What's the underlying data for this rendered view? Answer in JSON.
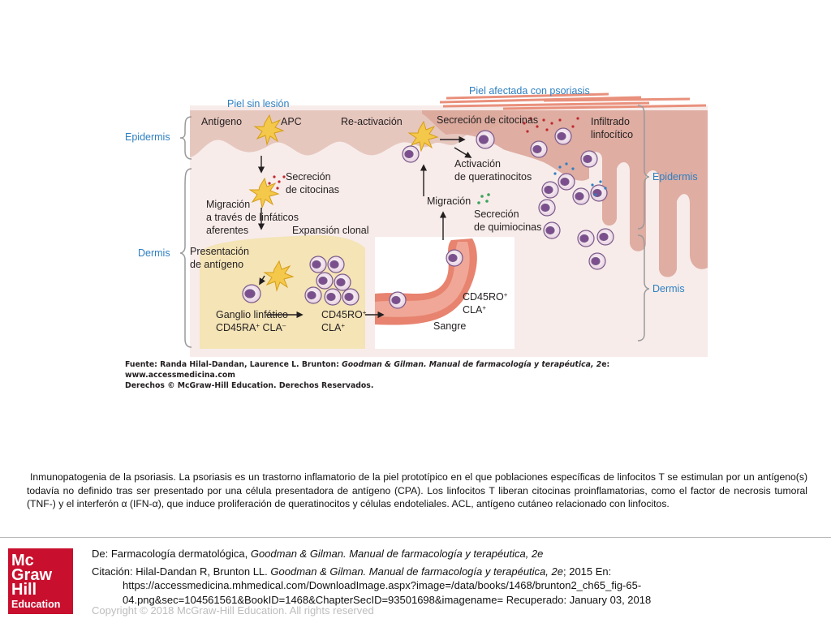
{
  "figure": {
    "top_labels": {
      "healthy_skin": "Piel sin lesión",
      "affected_skin": "Piel afectada con psoriasis"
    },
    "left_layers": {
      "epidermis": "Epidermis",
      "dermis": "Dermis"
    },
    "right_layers": {
      "epidermis": "Epidermis",
      "dermis": "Dermis"
    },
    "labels": {
      "antigen": "Antígeno",
      "apc": "APC",
      "reactivation": "Re-activación",
      "cytokine_secretion_top": "Secreción de citocinas",
      "infiltrate_1": "Infiltrado",
      "infiltrate_2": "linfocítico",
      "activation_1": "Activación",
      "activation_2": "de queratinocitos",
      "cytokine_secretion_1": "Secreción",
      "cytokine_secretion_2": "de citocinas",
      "migration_lymph_1": "Migración",
      "migration_lymph_2": "a través de linfáticos",
      "migration_lymph_3": "aferentes",
      "migration": "Migración",
      "chemokine_1": "Secreción",
      "chemokine_2": "de quimiocinas",
      "clonal_expansion": "Expansión clonal",
      "presentation_1": "Presentación",
      "presentation_2": "de antígeno",
      "lymph_node": "Ganglio linfático",
      "cd45ra_a": "CD45RA",
      "cd45ra_sup": "+",
      "cd45ra_b": " CLA",
      "cd45ra_sup2": "–",
      "cd45ro_mid_a": "CD45RO",
      "cd45ro_mid_sup": "+",
      "cla_mid": "CLA",
      "cla_mid_sup": "+",
      "cd45ro_right_a": "CD45RO",
      "cd45ro_right_sup": "+",
      "cla_right": "CLA",
      "cla_right_sup": "+",
      "blood": "Sangre"
    },
    "source": {
      "prefix": "Fuente: Randa Hilal-Dandan, Laurence L. Brunton: ",
      "title": "Goodman & Gilman. Manual de farmacología y terapéutica, 2",
      "suffix": "e:",
      "url": "www.accessmedicina.com",
      "rights": "Derechos © McGraw-Hill Education. Derechos Reservados."
    }
  },
  "caption": "Inmunopatogenia de la psoriasis. La psoriasis es un trastorno inflamatorio de la piel prototípico en el que poblaciones específicas de linfocitos T se estimulan por un antígeno(s) todavía no definido tras ser presentado por una célula presentadora de antígeno (CPA). Los linfocitos T liberan citocinas proinflamatorias, como el factor de necrosis tumoral (TNF-) y el interferón α (IFN-α), que induce proliferación de queratinocitos y células endoteliales. ACL, antígeno cutáneo relacionado con linfocitos.",
  "footer": {
    "de_prefix": "De: ",
    "de_text": "Farmacología dermatológica, ",
    "de_book": "Goodman & Gilman. Manual de farmacología y terapéutica, 2e",
    "cit_prefix": "Citación: Hilal-Dandan R, Brunton LL. ",
    "cit_book": "Goodman & Gilman. Manual de farmacología y terapéutica, 2e",
    "cit_suffix": "; 2015 En:",
    "url_1": "https://accessmedicina.mhmedical.com/DownloadImage.aspx?image=/data/books/1468/brunton2_ch65_fig-65-",
    "url_2": "04.png&sec=104561561&BookID=1468&ChapterSecID=93501698&imagename= Recuperado: January 03, 2018",
    "copyright": "Copyright © 2018 McGraw-Hill Education. All rights reserved"
  },
  "logo": {
    "line1": "Mc",
    "line2": "Graw",
    "line3": "Hill",
    "line4": "Education"
  },
  "colors": {
    "epidermis": "#e6c7be",
    "tissue_pink": "#dca69a",
    "vessel": "#e7836f",
    "label_blue": "#2e7fc1",
    "cytokine": "#c0282d",
    "logo_red": "#c8102e"
  }
}
